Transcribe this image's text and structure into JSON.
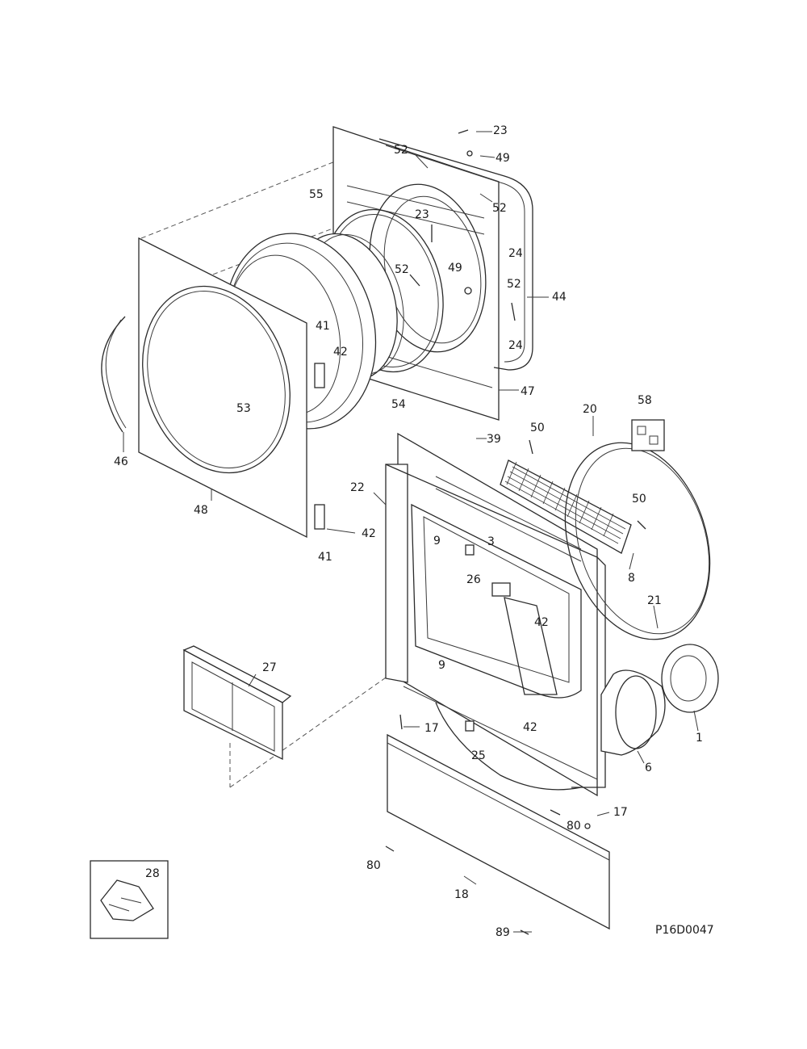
{
  "drawing_id": "P16D0047",
  "callouts": [
    "23",
    "49",
    "52",
    "52",
    "23",
    "24",
    "52",
    "49",
    "52",
    "44",
    "24",
    "55",
    "41",
    "42",
    "53",
    "54",
    "47",
    "46",
    "48",
    "42",
    "41",
    "39",
    "50",
    "20",
    "58",
    "22",
    "50",
    "9",
    "3",
    "8",
    "26",
    "42",
    "21",
    "9",
    "27",
    "17",
    "42",
    "25",
    "1",
    "6",
    "17",
    "80",
    "80",
    "18",
    "89",
    "28"
  ]
}
